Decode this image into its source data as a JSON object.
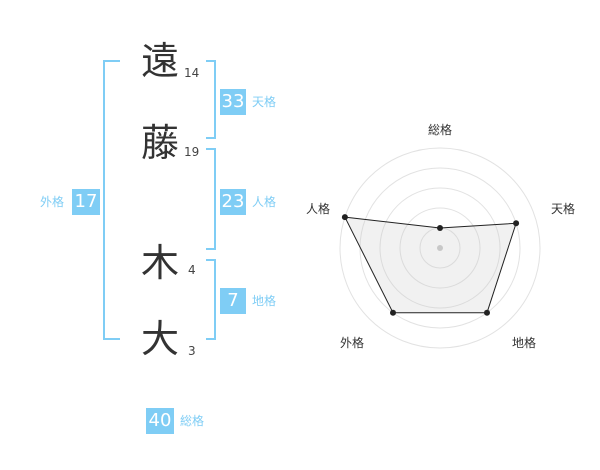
{
  "colors": {
    "accent": "#7fcdf5",
    "bracket": "#7fcdf5",
    "text": "#333333"
  },
  "name": {
    "characters": [
      {
        "char": "遠",
        "strokes": "14"
      },
      {
        "char": "藤",
        "strokes": "19"
      },
      {
        "char": "木",
        "strokes": "4"
      },
      {
        "char": "大",
        "strokes": "3"
      }
    ]
  },
  "fortune": {
    "tenkaku": {
      "value": "33",
      "label": "天格"
    },
    "jinkaku": {
      "value": "23",
      "label": "人格"
    },
    "chikaku": {
      "value": "7",
      "label": "地格"
    },
    "gaikaku": {
      "value": "17",
      "label": "外格"
    },
    "soukaku": {
      "value": "40",
      "label": "総格"
    }
  },
  "chart_data": {
    "type": "radar",
    "axes": [
      "総格",
      "天格",
      "地格",
      "外格",
      "人格"
    ],
    "values": [
      1,
      4,
      4,
      4,
      5
    ],
    "rlim": [
      0,
      5
    ],
    "rings": 5
  }
}
